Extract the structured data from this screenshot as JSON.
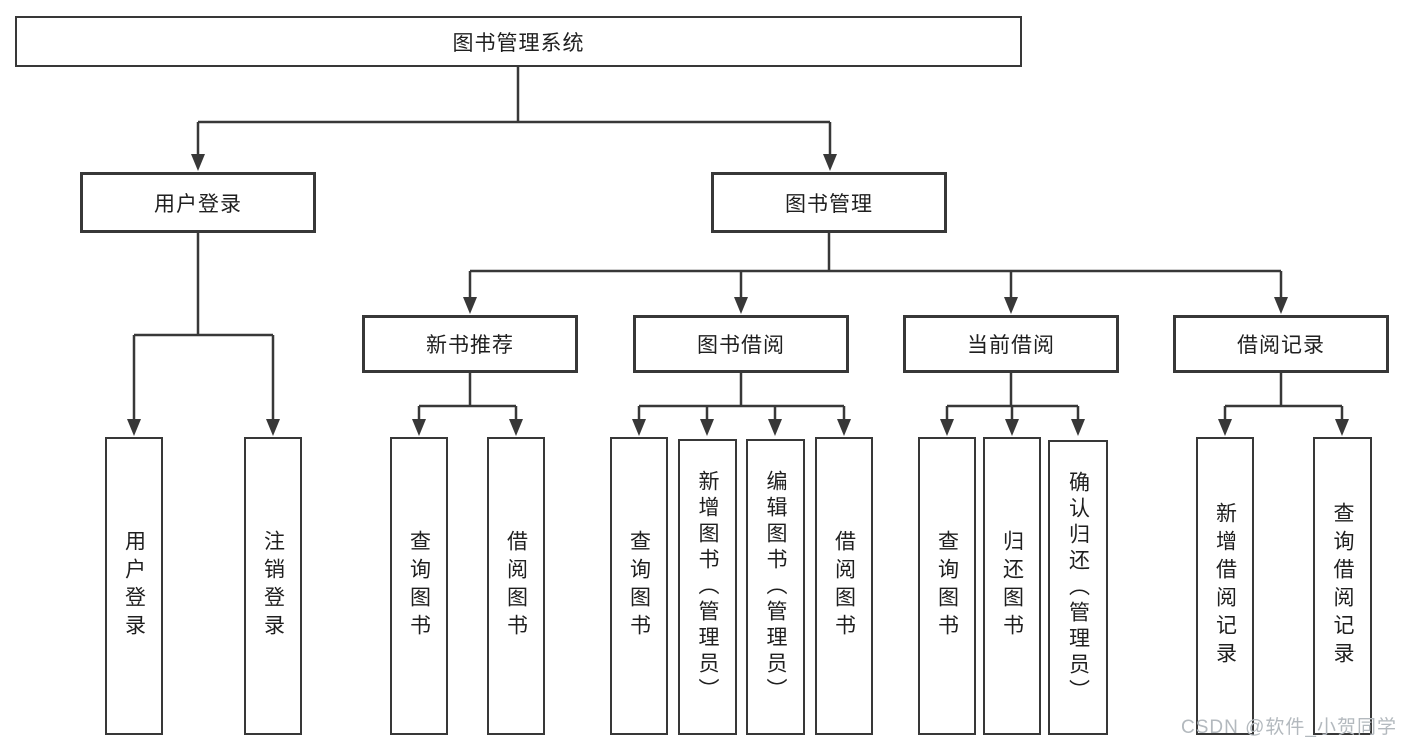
{
  "diagram": {
    "title": "图书管理系统",
    "branches": {
      "user_login": "用户登录",
      "book_mgmt": "图书管理"
    },
    "modules": {
      "new_books": "新书推荐",
      "borrowing": "图书借阅",
      "current": "当前借阅",
      "records": "借阅记录"
    },
    "leaves": {
      "login": "用户登录",
      "logout": "注销登录",
      "nb_query": "查询图书",
      "nb_borrow": "借阅图书",
      "bw_query": "查询图书",
      "bw_add": "新增图书（管理员）",
      "bw_edit": "编辑图书（管理员）",
      "bw_borrow": "借阅图书",
      "cur_query": "查询图书",
      "cur_return": "归还图书",
      "cur_confirm": "确认归还（管理员）",
      "rec_add": "新增借阅记录",
      "rec_query": "查询借阅记录"
    }
  },
  "watermark": "CSDN @软件_小贺同学",
  "colors": {
    "line": "#383838",
    "text": "#1f1f1f",
    "watermark": "#b3b9be",
    "background": "#ffffff"
  }
}
